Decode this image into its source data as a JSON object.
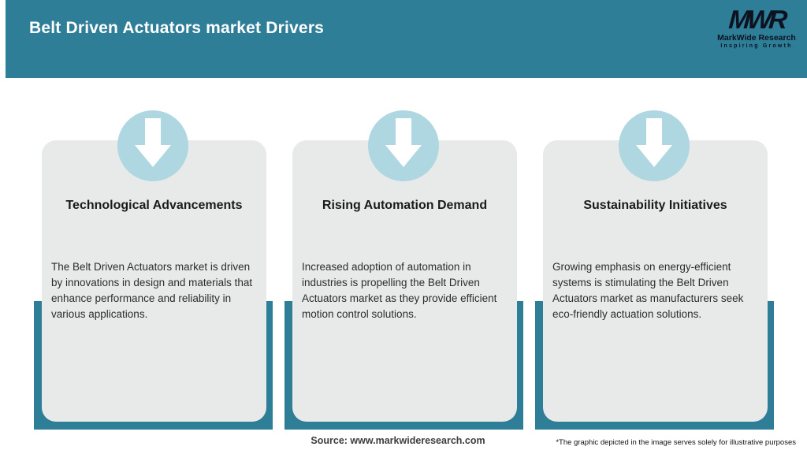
{
  "header": {
    "title": "Belt Driven Actuators market Drivers",
    "logo": {
      "mark": "MWR",
      "name": "MarkWide Research",
      "tagline": "Inspiring Growth"
    }
  },
  "cards": [
    {
      "title": "Technological Advancements",
      "body": "The Belt Driven Actuators market is driven by innovations in design and materials that enhance performance and reliability in various applications."
    },
    {
      "title": "Rising Automation Demand",
      "body": "Increased adoption of automation in industries is propelling the Belt Driven Actuators market as they provide efficient motion control solutions."
    },
    {
      "title": "Sustainability Initiatives",
      "body": "Growing emphasis on energy-efficient systems is stimulating the Belt Driven Actuators market as manufacturers seek eco-friendly actuation solutions."
    }
  ],
  "footer": {
    "source": "Source: www.markwideresearch.com",
    "disclaimer": "*The graphic depicted in the image serves solely for illustrative purposes"
  },
  "icons": {
    "card_arrow": "down-arrow"
  },
  "colors": {
    "header_teal": "#2e7e98",
    "tray_teal": "#2e7e98",
    "card_bg": "#e8eaea",
    "arrow_circle_blue": "#aed7e1",
    "arrow_white": "#ffffff",
    "logo_navy": "#0c1220",
    "title_white": "#ffffff",
    "text_dark": "#2c2c2c"
  }
}
